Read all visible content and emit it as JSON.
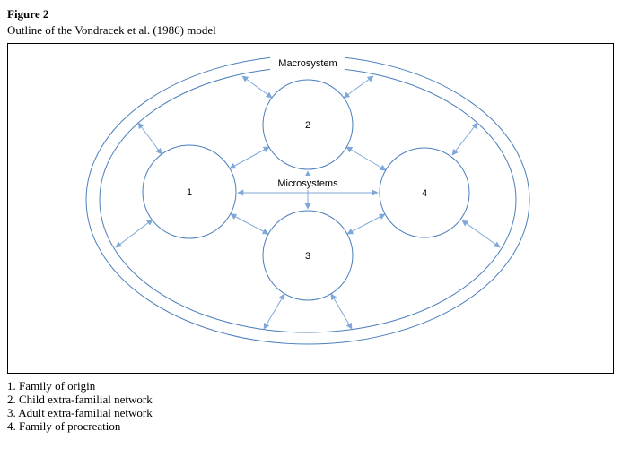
{
  "figure": {
    "label": "Figure 2",
    "caption": "Outline of the Vondracek et al. (1986) model"
  },
  "diagram": {
    "macrosystem_label": "Macrosystem",
    "microsystems_label": "Microsystems",
    "circles": [
      {
        "label": "1"
      },
      {
        "label": "2"
      },
      {
        "label": "3"
      },
      {
        "label": "4"
      }
    ],
    "colors": {
      "shape_stroke": "#4a7ebc",
      "arrow_stroke": "#7fa8d9",
      "box_border": "#000000"
    }
  },
  "legend": {
    "items": [
      "1. Family of origin",
      "2. Child extra-familial network",
      "3. Adult extra-familial network",
      "4. Family of procreation"
    ]
  }
}
